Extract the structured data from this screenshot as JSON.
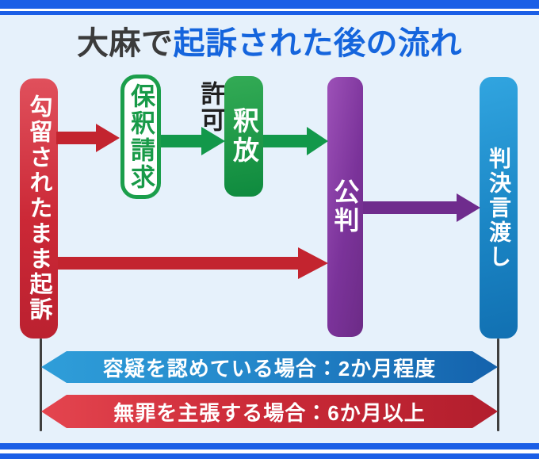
{
  "title": {
    "prefix": "大麻で",
    "highlight": "起訴された後の流れ"
  },
  "flow": {
    "detained_label": "勾留されたまま起訴",
    "bail_request_label": "保釈請求",
    "permission_label": "許可",
    "release_label": "釈放",
    "trial_label": "公判",
    "judgment_label": "判決言渡し"
  },
  "banners": {
    "admit_label": "容疑を認めている場合：2か月程度",
    "deny_label": "無罪を主張する場合：6か月以上"
  },
  "colors": {
    "background": "#e6f1fb",
    "stripe_blue": "#1b5fe6",
    "title_dark": "#3b3b3b",
    "title_blue": "#1565dd",
    "red": "#c3242f",
    "green": "#12984a",
    "bail_green": "#1b9e4b",
    "purple": "#7b339a",
    "bar_blue": "#1e8ccc",
    "banner_blue_start": "#2f9ed9",
    "banner_blue_end": "#1462ac",
    "banner_red_start": "#e4454f",
    "banner_red_end": "#b21e2d"
  }
}
